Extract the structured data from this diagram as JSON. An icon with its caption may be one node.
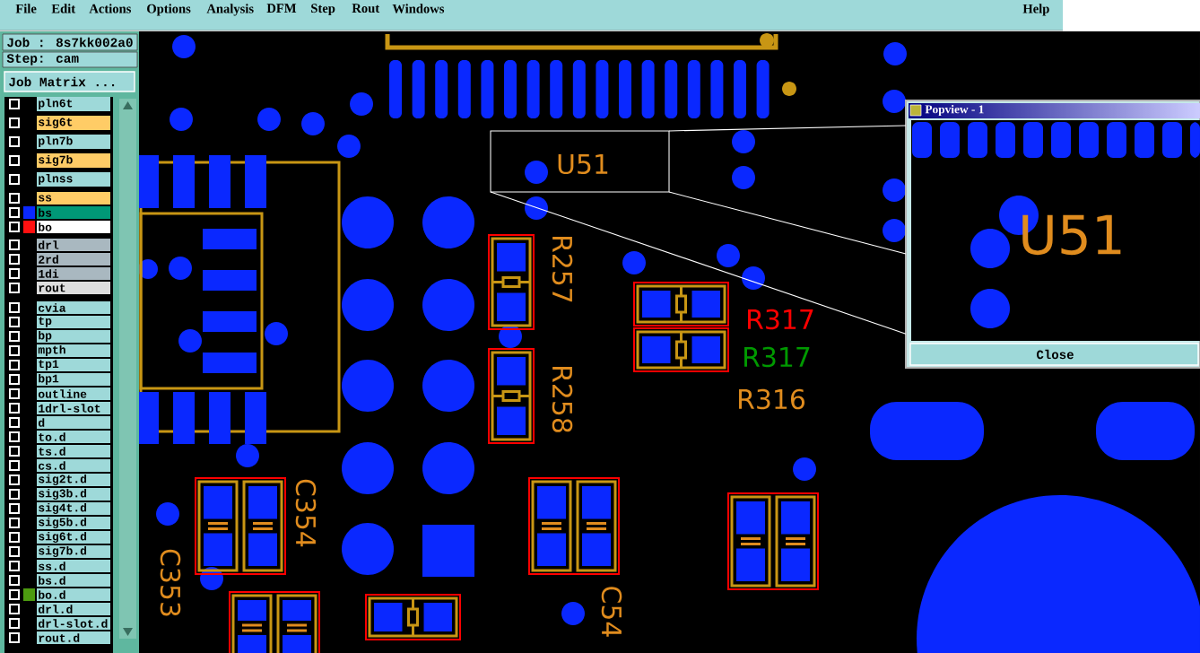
{
  "diagram": {
    "nodes": [
      {
        "text": [],
        "shape": "box"
      },
      {
        "text": [
          "Popview - 1",
          "Close"
        ]
      }
    ],
    "edges": [
      {
        "from": 0,
        "to": 1,
        "arrow": "none"
      },
      {
        "from": 0,
        "to": 1,
        "arrow": "none"
      },
      {
        "from": 0,
        "to": 1,
        "arrow": "none"
      }
    ],
    "labels": [
      "File",
      "Edit",
      "Actions",
      "Options",
      "Analysis",
      "DFM",
      "Step",
      "Rout",
      "Windows",
      "Help",
      "Job : 8s7kk002a0",
      "Step: cam",
      "Job Matrix ...",
      "pln6t",
      "sig6t",
      "pln7b",
      "sig7b",
      "plnss",
      "ss",
      "bs",
      "bo",
      "drl",
      "2rd",
      "1di",
      "rout",
      "cvia",
      "tp",
      "bp",
      "mpth",
      "tp1",
      "bp1",
      "outline",
      "1drl-slot",
      "d",
      "to.d",
      "ts.d",
      "cs.d",
      "sig2t.d",
      "sig3b.d",
      "sig4t.d",
      "sig5b.d",
      "sig6t.d",
      "sig7b.d",
      "ss.d",
      "bs.d",
      "bo.d",
      "drl.d",
      "drl-slot.d",
      "rout.d",
      "U51",
      "R257",
      "R258",
      "R317",
      "R317",
      "R316",
      "C354",
      "C353",
      "C54",
      "U51"
    ]
  }
}
